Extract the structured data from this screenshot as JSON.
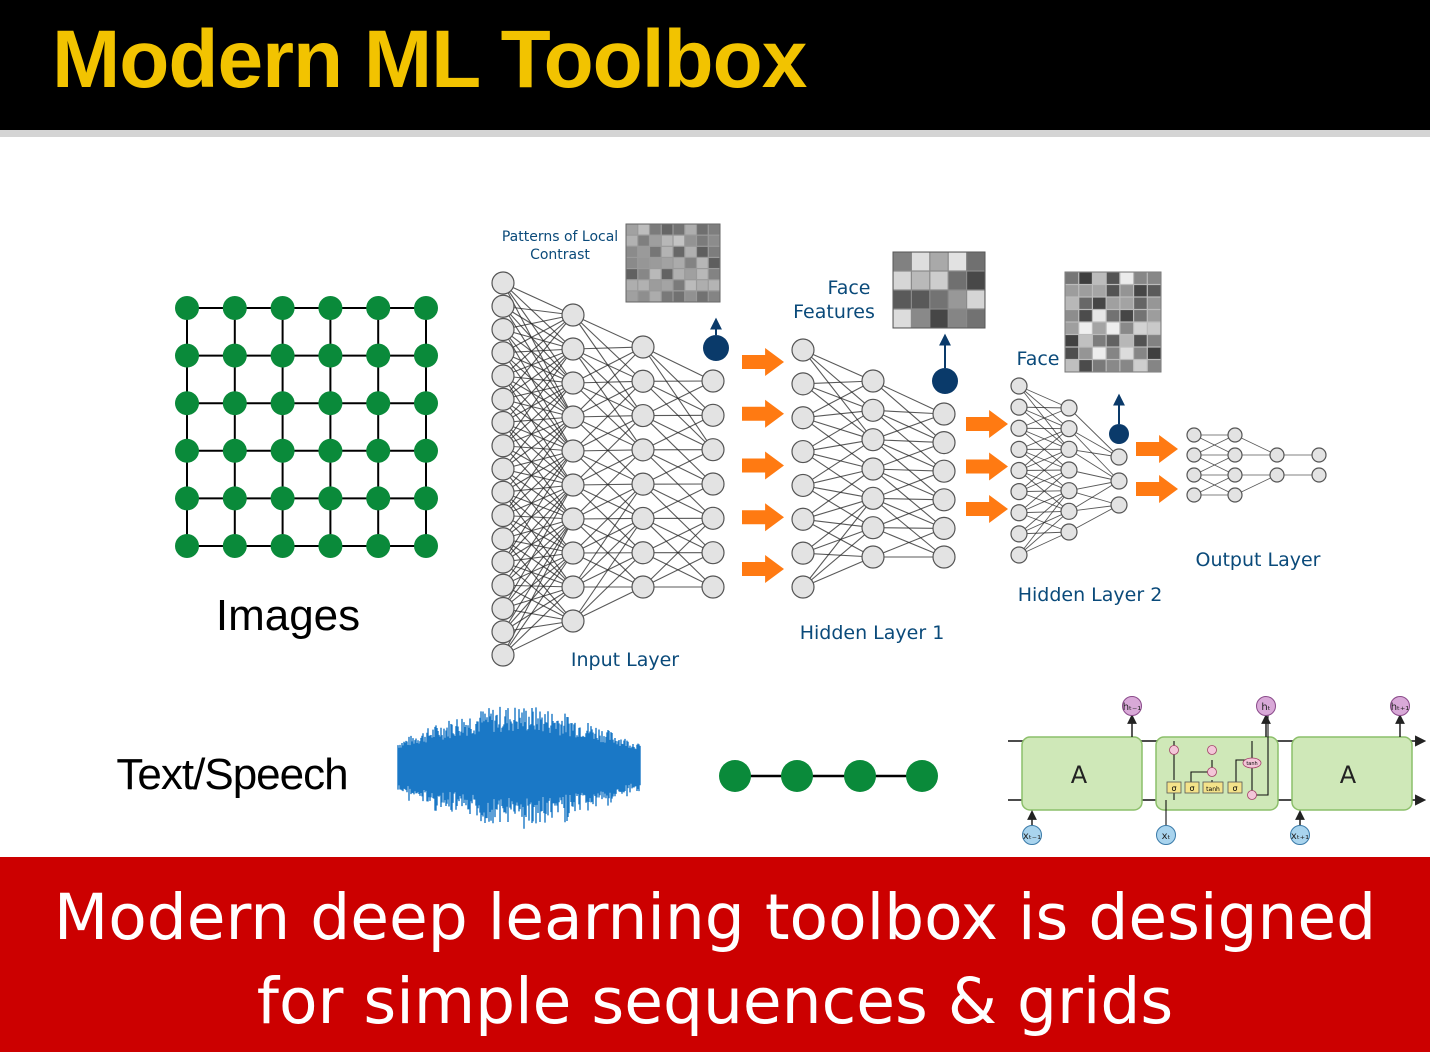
{
  "title": "Modern ML Toolbox",
  "labels": {
    "images": "Images",
    "text_speech": "Text/Speech",
    "patterns_line1": "Patterns of Local",
    "patterns_line2": "Contrast",
    "face_features_line1": "Face",
    "face_features_line2": "Features",
    "face": "Face",
    "input_layer": "Input Layer",
    "hidden_layer_1": "Hidden Layer 1",
    "hidden_layer_2": "Hidden Layer 2",
    "output_layer": "Output Layer"
  },
  "lstm": {
    "cell_label": "A",
    "h_prev": "hₜ₋₁",
    "h_curr": "hₜ",
    "h_next": "hₜ₊₁",
    "x_prev": "xₜ₋₁",
    "x_curr": "xₜ",
    "x_next": "xₜ₊₁",
    "sigma": "σ",
    "tanh": "tanh"
  },
  "footer": {
    "line1": "Modern deep learning toolbox is designed",
    "line2": "for simple sequences & grids"
  },
  "colors": {
    "title_text": "#f2c300",
    "title_bar": "#000000",
    "footer_band": "#cc0000",
    "graph_green": "#0a8a3a",
    "neuron_fill": "#e3e3e3",
    "accent_navy": "#0a3a6a",
    "arrow_orange": "#ff7a12",
    "waveform_blue": "#1a78c6",
    "lstm_cell": "#cfe8b8",
    "label_blue": "#0a4a7a"
  }
}
